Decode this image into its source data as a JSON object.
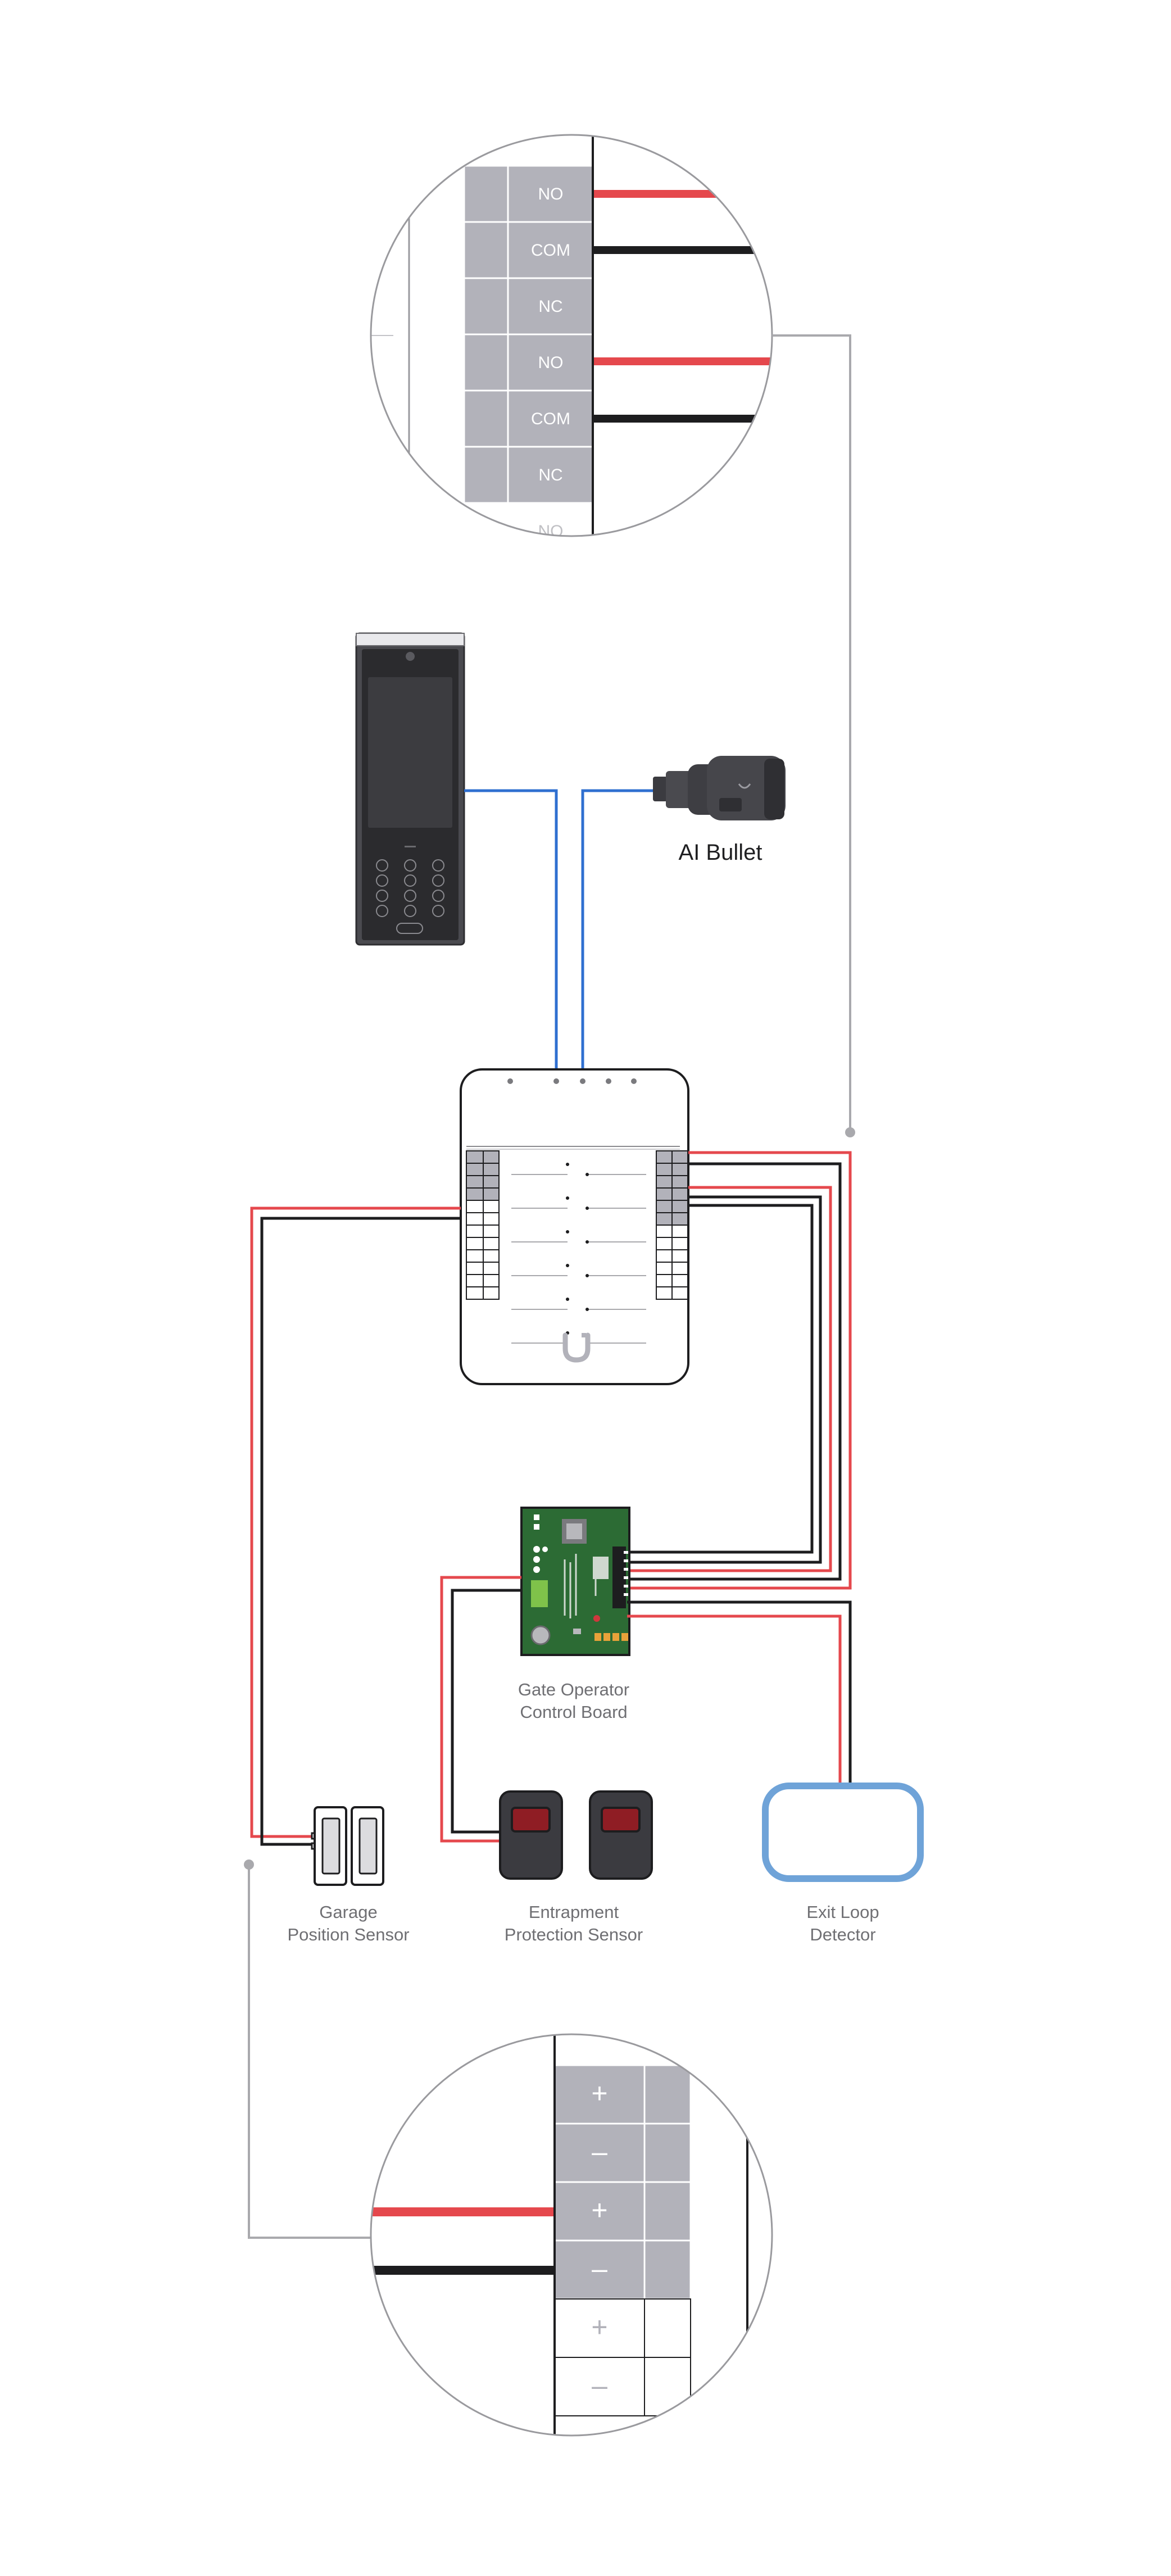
{
  "relay_zoom": {
    "terminals": [
      "NO",
      "COM",
      "NC",
      "NO",
      "COM",
      "NC",
      "NO"
    ]
  },
  "power_zoom": {
    "terminals": [
      "+",
      "–",
      "+",
      "–",
      "+",
      "–"
    ]
  },
  "devices": {
    "camera_label": "AI Bullet",
    "gate_board_label_line1": "Gate Operator",
    "gate_board_label_line2": "Control Board",
    "garage_sensor_line1": "Garage",
    "garage_sensor_line2": "Position Sensor",
    "entrapment_line1": "Entrapment",
    "entrapment_line2": "Protection Sensor",
    "loop_line1": "Exit Loop",
    "loop_line2": "Detector"
  },
  "colors": {
    "wire_red": "#e5484d",
    "wire_black": "#1d1d1f",
    "wire_blue": "#2f6fd0",
    "terminal_gray": "#b2b2ba",
    "loop_blue": "#6fa3d8",
    "board_green": "#2c6b34",
    "leader_gray": "#a9a9ad"
  },
  "icons": {
    "hub_logo": "ubiquiti-u-logo",
    "keypad": "intercom-keypad-icon",
    "camera": "bullet-camera-icon"
  }
}
